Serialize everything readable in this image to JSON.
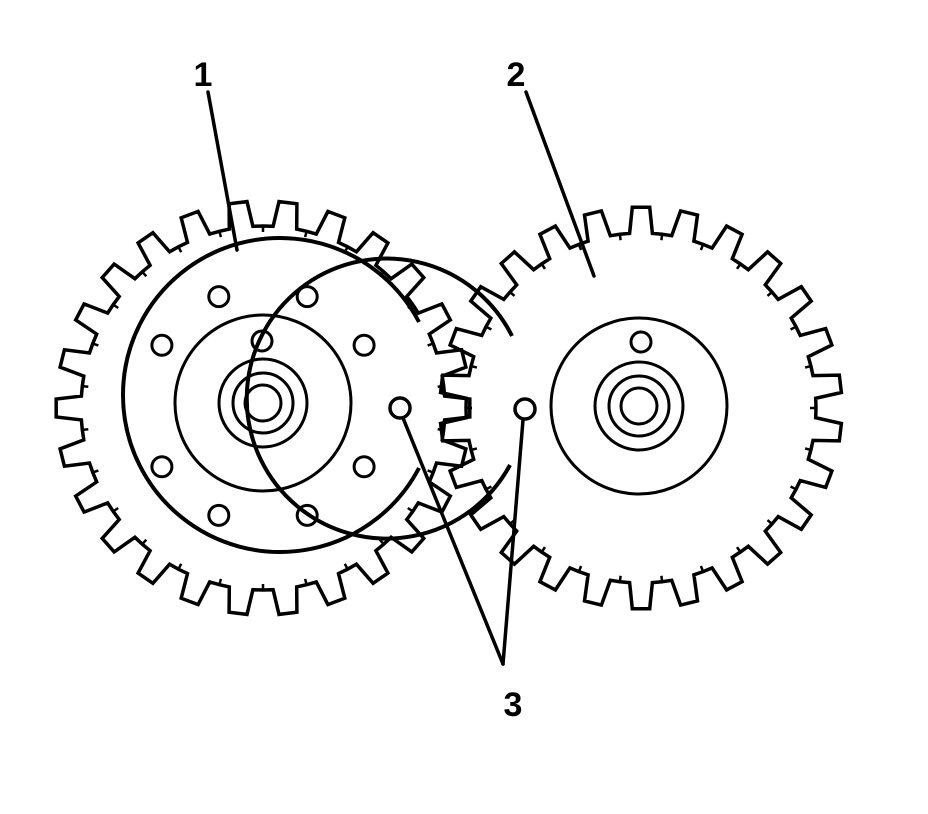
{
  "callouts": {
    "gear_1": "1",
    "gear_2": "2",
    "timing_marks": "3"
  },
  "colors": {
    "stroke": "#000000",
    "background": "#ffffff"
  }
}
